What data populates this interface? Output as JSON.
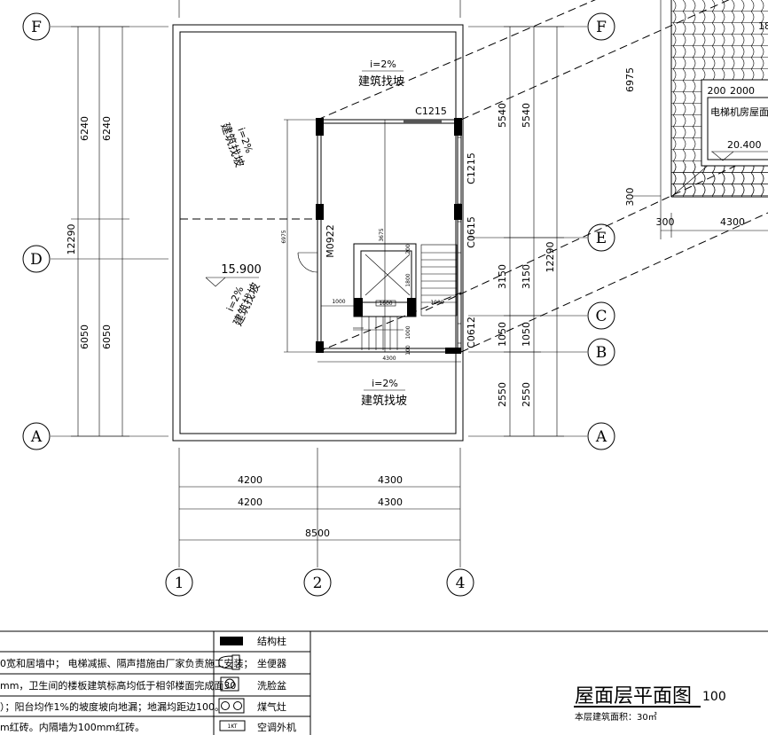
{
  "axes": {
    "rows_left": [
      "F",
      "D",
      "A"
    ],
    "rows_right": [
      "F",
      "E",
      "C",
      "B",
      "A"
    ],
    "cols": [
      "1",
      "2",
      "4"
    ]
  },
  "dims": {
    "left": {
      "d1": "6240",
      "d2": "6240",
      "total": "12290",
      "d3": "6050",
      "d4": "6050"
    },
    "right": {
      "r1": "5540",
      "r2": "5540",
      "total": "12290",
      "r3": "3150",
      "r4": "3150",
      "r5": "1050",
      "r6": "1050",
      "r7": "2550",
      "r8": "2550",
      "h": "6975",
      "h2": "300"
    },
    "bottom": {
      "a1": "4200",
      "a2": "4300",
      "b1": "4200",
      "b2": "4300",
      "total": "8500"
    },
    "core": {
      "w": "4300",
      "h": "3675",
      "h2": "6975",
      "e1": "1000",
      "e2": "1600",
      "e3": "1000",
      "e4": "1800",
      "e5": "200",
      "e6": "1000",
      "e7": "100"
    }
  },
  "labels": {
    "slope": "i=2%",
    "slope_text": "建筑找坡",
    "elevation": "15.900",
    "windows": {
      "top": "C1215",
      "right1": "C1215",
      "right2": "C0615",
      "right3": "C0612"
    },
    "door": "M0922"
  },
  "roof_detail": {
    "dim1": "200",
    "dim2": "2000",
    "room": "电梯机房屋面",
    "elevation": "20.400",
    "dim3": "300",
    "dim4": "4300",
    "angle": "18"
  },
  "legend": {
    "notes": [
      "",
      "0宽和居墙中； 电梯减振、隔声措施由厂家负责施工安装；",
      "mm，卫生间的楼板建筑标高均低于相邻楼面完成面30",
      "）；阳台均作1%的坡度坡向地漏；地漏均距边100。",
      "m红砖。内隔墙为100mm红砖。"
    ],
    "items": [
      "结构柱",
      "坐便器",
      "洗脸盆",
      "煤气灶",
      "空调外机"
    ],
    "ac_tag": "1KT"
  },
  "title": {
    "main": "屋面层平面图",
    "scale": "100",
    "area": "本层建筑面积：30㎡"
  }
}
